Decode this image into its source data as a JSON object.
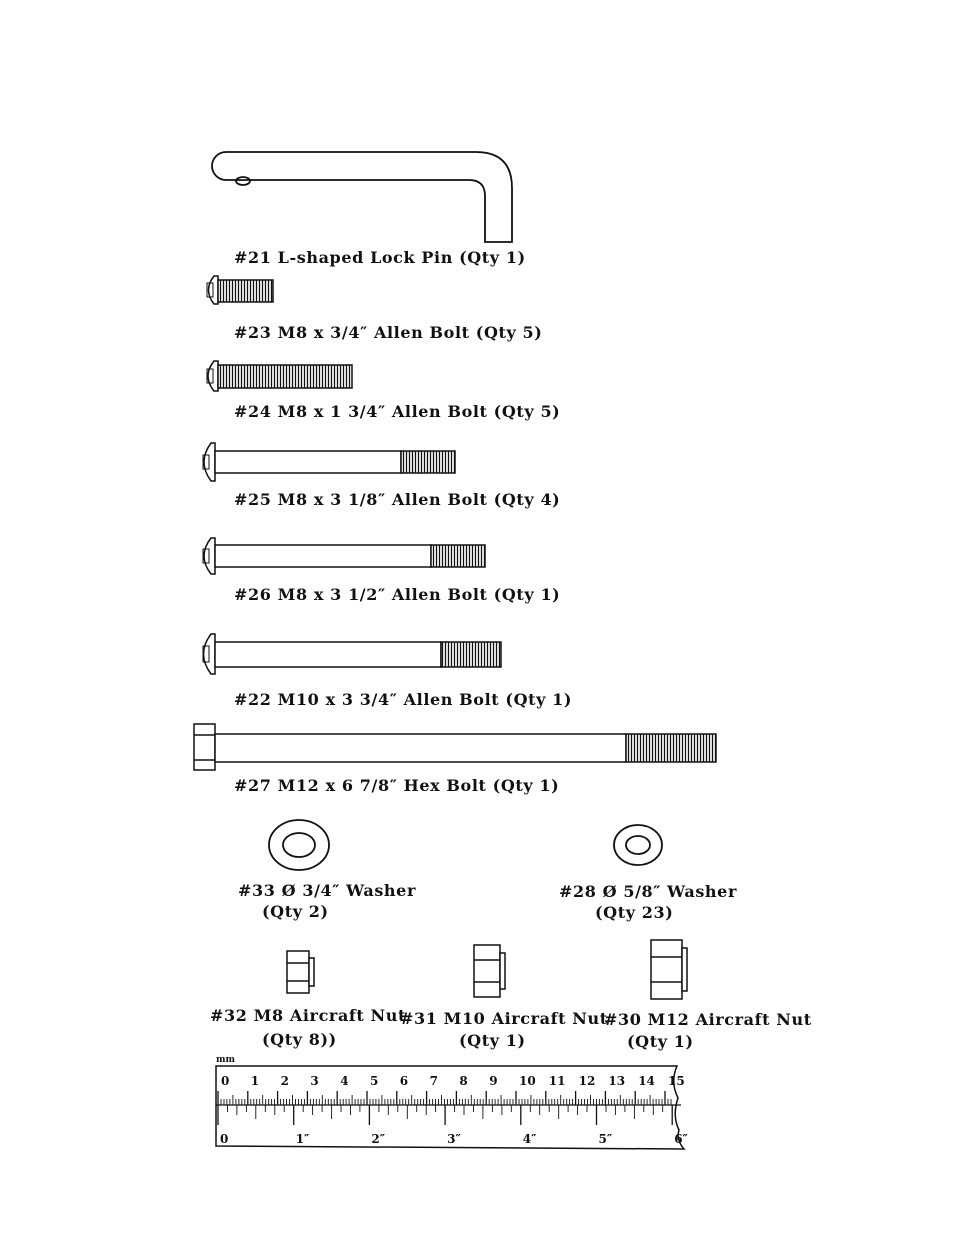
{
  "parts": {
    "pin21": "#21 L-shaped Lock Pin (Qty 1)",
    "bolt23": "#23 M8 x 3/4″ Allen Bolt (Qty 5)",
    "bolt24": "#24 M8 x 1 3/4″ Allen Bolt (Qty 5)",
    "bolt25": "#25 M8 x 3 1/8″ Allen Bolt (Qty 4)",
    "bolt26": "#26 M8 x 3 1/2″ Allen Bolt (Qty 1)",
    "bolt22": "#22 M10 x 3 3/4″ Allen Bolt (Qty 1)",
    "bolt27": "#27 M12 x 6 7/8″ Hex Bolt (Qty 1)",
    "washer33": {
      "name": "#33 Ø 3/4″ Washer",
      "qty": "(Qty 2)"
    },
    "washer28": {
      "name": "#28 Ø 5/8″ Washer",
      "qty": "(Qty 23)"
    },
    "nut32": {
      "name": "#32 M8 Aircraft Nut",
      "qty": "(Qty 8))"
    },
    "nut31": {
      "name": "#31 M10 Aircraft Nut",
      "qty": "(Qty 1)"
    },
    "nut30": {
      "name": "#30 M12 Aircraft Nut",
      "qty": "(Qty 1)"
    }
  },
  "ruler": {
    "unit_mm": "mm",
    "cm_labels": [
      "0",
      "1",
      "2",
      "3",
      "4",
      "5",
      "6",
      "7",
      "8",
      "9",
      "10",
      "11",
      "12",
      "13",
      "14",
      "15"
    ],
    "inch_labels": [
      "0",
      "1″",
      "2″",
      "3″",
      "4″",
      "5″",
      "6″"
    ]
  }
}
